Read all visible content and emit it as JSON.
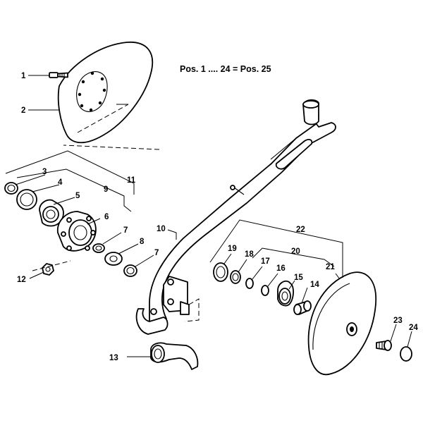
{
  "diagram": {
    "note": "Pos. 1 .... 24 = Pos. 25",
    "callouts": [
      {
        "id": "1",
        "text": "1"
      },
      {
        "id": "2",
        "text": "2"
      },
      {
        "id": "3",
        "text": "3"
      },
      {
        "id": "4",
        "text": "4"
      },
      {
        "id": "5",
        "text": "5"
      },
      {
        "id": "6",
        "text": "6"
      },
      {
        "id": "7a",
        "text": "7"
      },
      {
        "id": "7b",
        "text": "7"
      },
      {
        "id": "8",
        "text": "8"
      },
      {
        "id": "9",
        "text": "9"
      },
      {
        "id": "10",
        "text": "10"
      },
      {
        "id": "11",
        "text": "11"
      },
      {
        "id": "12",
        "text": "12"
      },
      {
        "id": "13",
        "text": "13"
      },
      {
        "id": "14",
        "text": "14"
      },
      {
        "id": "15",
        "text": "15"
      },
      {
        "id": "16",
        "text": "16"
      },
      {
        "id": "17",
        "text": "17"
      },
      {
        "id": "18",
        "text": "18"
      },
      {
        "id": "19",
        "text": "19"
      },
      {
        "id": "20",
        "text": "20"
      },
      {
        "id": "21",
        "text": "21"
      },
      {
        "id": "22",
        "text": "22"
      },
      {
        "id": "23",
        "text": "23"
      },
      {
        "id": "24",
        "text": "24"
      }
    ]
  }
}
